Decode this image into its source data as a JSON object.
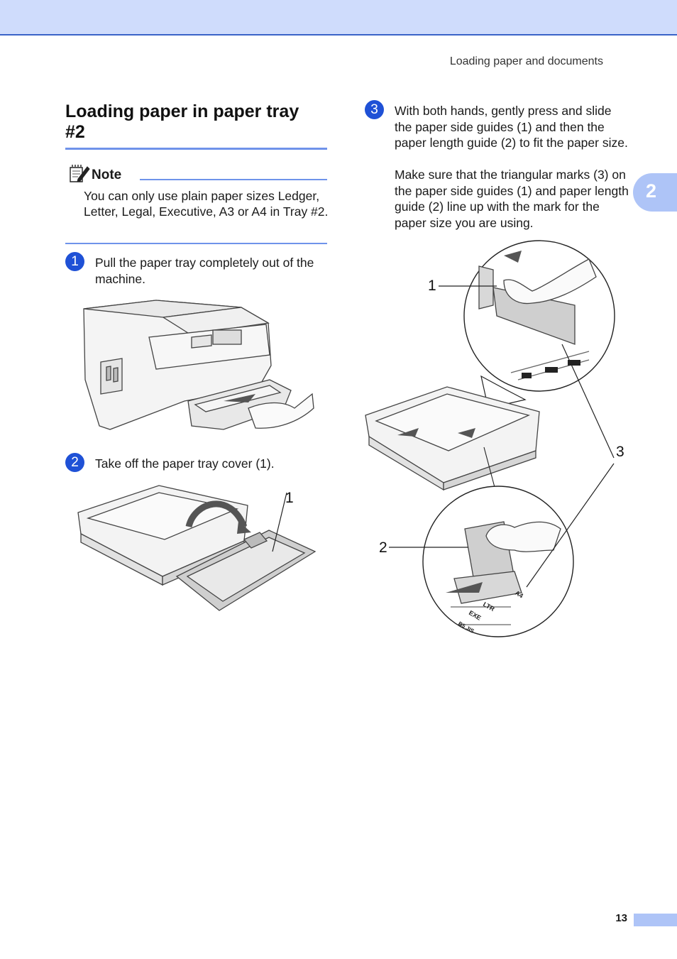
{
  "header": {
    "running_title": "Loading paper and documents"
  },
  "chapter_tab": {
    "number": "2"
  },
  "section": {
    "title": "Loading paper in paper tray #2"
  },
  "note": {
    "label": "Note",
    "text": "You can only use plain paper sizes Ledger, Letter, Legal, Executive, A3 or A4 in Tray #2."
  },
  "steps": [
    {
      "number": "1",
      "text": "Pull the paper tray completely out of the machine."
    },
    {
      "number": "2",
      "text": "Take off the paper tray cover (1)."
    },
    {
      "number": "3",
      "text": "With both hands, gently press and slide the paper side guides (1) and then the paper length guide (2) to fit the paper size.",
      "text2": "Make sure that the triangular marks (3) on the paper side guides (1) and paper length guide (2) line up with the mark for the paper size you are using."
    }
  ],
  "figure_cover": {
    "callouts": [
      "1"
    ]
  },
  "figure_guides": {
    "callouts": [
      "1",
      "2",
      "3"
    ],
    "tray_marks": [
      "LTR",
      "EXE",
      "A4",
      "B5 JIS"
    ]
  },
  "footer": {
    "page_number": "13"
  },
  "colors": {
    "accent": "#1f51d6",
    "rule": "#6f93ea",
    "tab": "#aec4f7",
    "header_bar": "#cfdcfc"
  }
}
